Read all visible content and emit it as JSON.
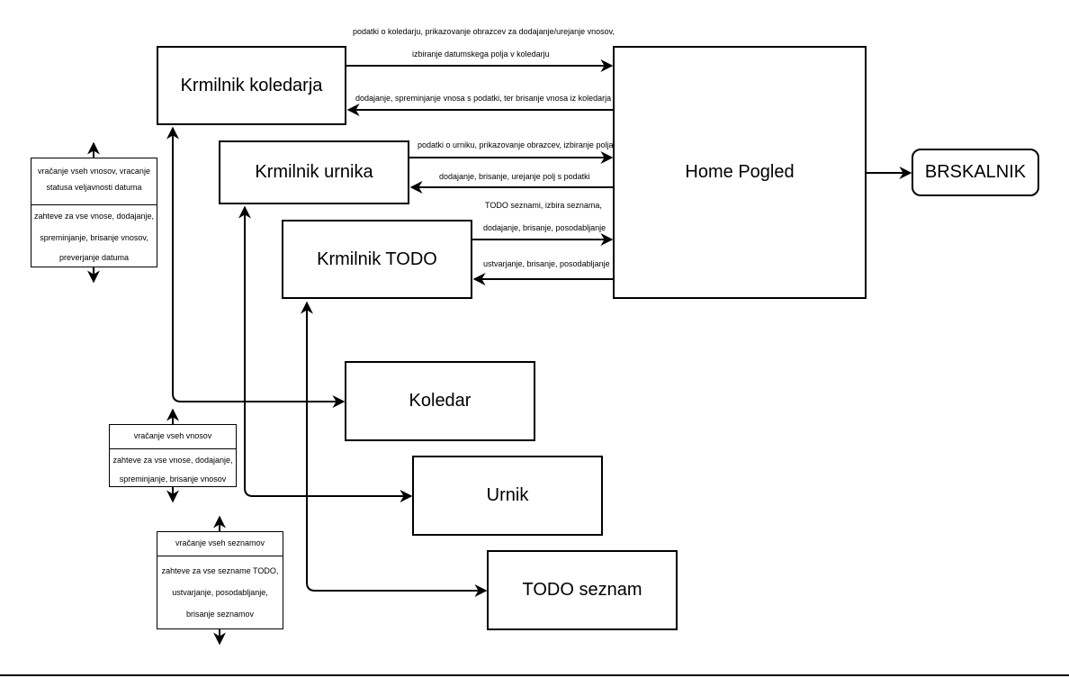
{
  "boxes": {
    "krmilnik_koledarja": "Krmilnik koledarja",
    "krmilnik_urnika": "Krmilnik urnika",
    "krmilnik_todo": "Krmilnik TODO",
    "home_pogled": "Home Pogled",
    "brskalnik": "BRSKALNIK",
    "koledar": "Koledar",
    "urnik": "Urnik",
    "todo_seznam": "TODO seznam"
  },
  "labels": {
    "koledar_to_home_1": "podatki o koledarju, prikazovanje obrazcev za dodajanje/urejanje vnosov,",
    "koledar_to_home_2": "izbiranje  datumskega polja v koledarju",
    "home_to_koledar": "dodajanje, spreminjanje vnosa s podatki, ter brisanje vnosa iz koledarja",
    "urnik_to_home": "podatki o urniku, prikazovanje obrazcev, izbiranje polja",
    "home_to_urnik": "dodajanje, brisanje, urejanje polj s podatki",
    "todo_to_home_1": "TODO seznami, izbira seznama,",
    "todo_to_home_2": "dodajanje, brisanje, posodabljanje",
    "home_to_todo": "ustvarjanje, brisanje, posodabljanje"
  },
  "notes": {
    "koledar": {
      "top": [
        "vračanje vseh vnosov, vracanje",
        "statusa veljavnosti datuma"
      ],
      "bottom": [
        "zahteve za vse vnose, dodajanje,",
        "spreminjanje, brisanje vnosov,",
        "preverjanje datuma"
      ]
    },
    "urnik": {
      "top": [
        "vračanje vseh vnosov"
      ],
      "bottom": [
        "zahteve za vse vnose, dodajanje,",
        "spreminjanje, brisanje vnosov"
      ]
    },
    "todo": {
      "top": [
        "vračanje vseh seznamov"
      ],
      "bottom": [
        "zahteve za vse sezname TODO,",
        "ustvarjanje, posodabljanje,",
        "brisanje seznamov"
      ]
    }
  }
}
